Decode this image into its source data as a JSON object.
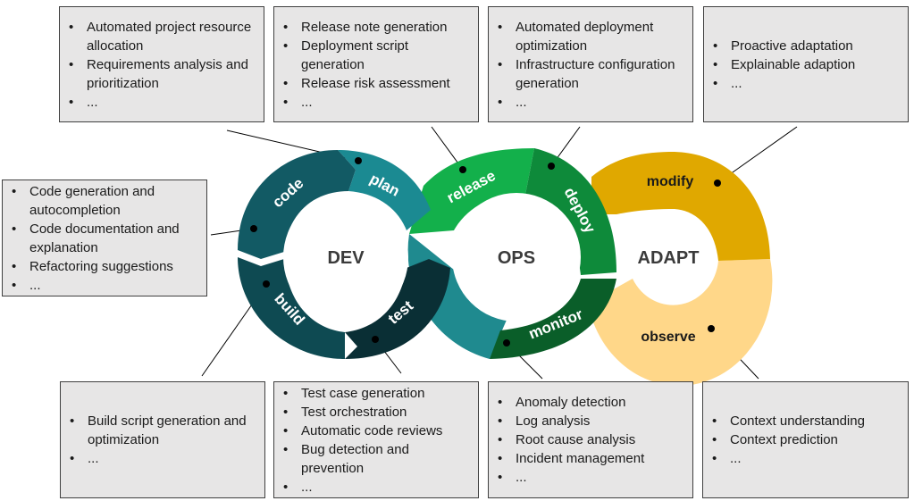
{
  "centers": {
    "dev": "DEV",
    "ops": "OPS",
    "adapt": "ADAPT"
  },
  "segments": {
    "plan": "plan",
    "code": "code",
    "build": "build",
    "test": "test",
    "release": "release",
    "deploy": "deploy",
    "monitor": "monitor",
    "modify": "modify",
    "observe": "observe"
  },
  "boxes": {
    "plan": [
      "Automated project resource allocation",
      "Requirements analysis and prioritization",
      "..."
    ],
    "release": [
      "Release note generation",
      "Deployment script generation",
      "Release risk assessment",
      "..."
    ],
    "deploy": [
      "Automated deployment optimization",
      "Infrastructure configuration generation",
      "..."
    ],
    "modify": [
      "Proactive adaptation",
      "Explainable adaption",
      "..."
    ],
    "code": [
      "Code generation and autocompletion",
      "Code documentation and explanation",
      "Refactoring suggestions",
      "..."
    ],
    "build": [
      "Build script generation and optimization",
      "..."
    ],
    "test": [
      "Test case generation",
      "Test orchestration",
      "Automatic code reviews",
      "Bug detection and prevention",
      "..."
    ],
    "monitor": [
      "Anomaly detection",
      "Log analysis",
      "Root cause analysis",
      "Incident management",
      "..."
    ],
    "observe": [
      "Context understanding",
      "Context prediction",
      "..."
    ]
  },
  "colors": {
    "plan": "#1b8a92",
    "code": "#125a64",
    "build": "#0e4a52",
    "test": "#0a2f35",
    "release": "#13b04b",
    "deploy": "#0e8a3a",
    "monitor": "#0a5e29",
    "ops_left": "#1f8a8f",
    "modify": "#e0a800",
    "observe": "#ffd789",
    "box_bg": "#e7e6e6"
  }
}
